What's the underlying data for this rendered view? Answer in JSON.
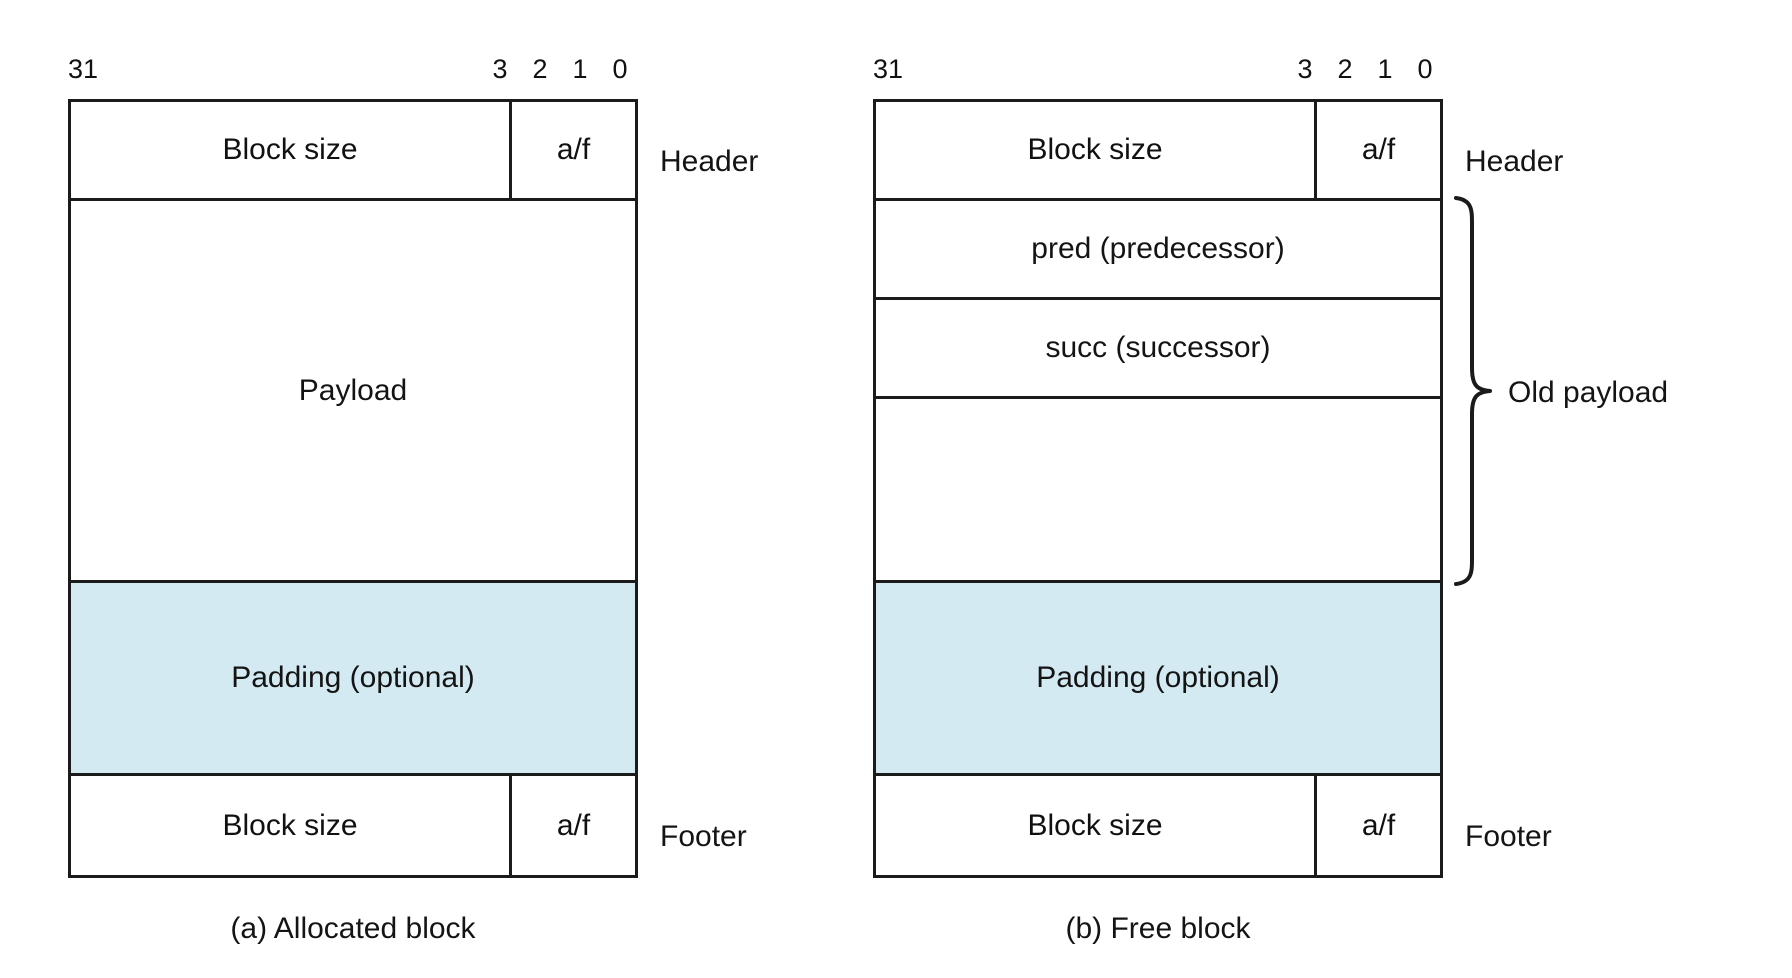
{
  "figure": {
    "padding_color": "#d4eaf2",
    "line_color": "#1b1b1b"
  },
  "bit_ruler": {
    "labels": [
      "31",
      "3",
      "2",
      "1",
      "0"
    ]
  },
  "allocated_block": {
    "caption": "(a) Allocated block",
    "header": {
      "size_label": "Block size",
      "flag_label": "a/f",
      "side_label": "Header"
    },
    "payload": {
      "label": "Payload"
    },
    "padding": {
      "label": "Padding (optional)"
    },
    "footer": {
      "size_label": "Block size",
      "flag_label": "a/f",
      "side_label": "Footer"
    }
  },
  "free_block": {
    "caption": "(b) Free block",
    "header": {
      "size_label": "Block size",
      "flag_label": "a/f",
      "side_label": "Header"
    },
    "pred": {
      "label": "pred (predecessor)"
    },
    "succ": {
      "label": "succ (successor)"
    },
    "remainder": {
      "label": ""
    },
    "old_payload": {
      "side_label": "Old payload"
    },
    "padding": {
      "label": "Padding (optional)"
    },
    "footer": {
      "size_label": "Block size",
      "flag_label": "a/f",
      "side_label": "Footer"
    }
  }
}
